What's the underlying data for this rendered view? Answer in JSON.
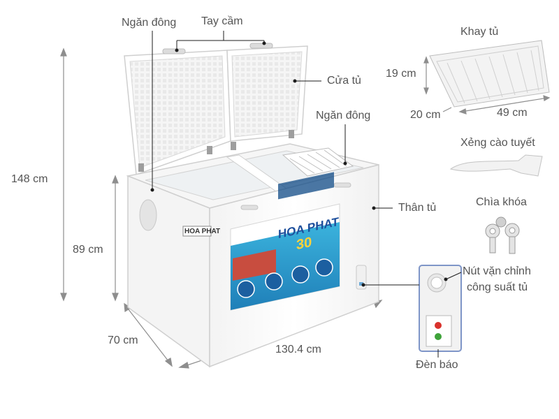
{
  "labels": {
    "ngan_dong_top": "Ngăn đông",
    "tay_cam": "Tay cầm",
    "cua_tu": "Cửa tủ",
    "ngan_dong_right": "Ngăn đông",
    "than_tu": "Thân tủ",
    "nut_van_line1": "Nút vặn chỉnh",
    "nut_van_line2": "công suất tủ",
    "den_bao": "Đèn báo",
    "khay_tu": "Khay tủ",
    "xeng_cao_tuyet": "Xẻng cào tuyết",
    "chia_khoa": "Chìa khóa"
  },
  "dimensions": {
    "total_height": "148 cm",
    "body_height": "89 cm",
    "depth": "70 cm",
    "width": "130.4 cm",
    "tray_height": "19 cm",
    "tray_depth": "20 cm",
    "tray_width": "49 cm"
  },
  "brand": {
    "name": "HOA PHAT",
    "promo_number": "30"
  },
  "colors": {
    "body": "#ffffff",
    "outline": "#cfcfcf",
    "dimension_line": "#8e8e8e",
    "label_text": "#555555",
    "brand_blue": "#1d4f9c",
    "panel_teal": "#2a9fc8",
    "indicator_red": "#d9322c",
    "indicator_green": "#3fa33a",
    "accessory_gray": "#e6e6e6"
  }
}
